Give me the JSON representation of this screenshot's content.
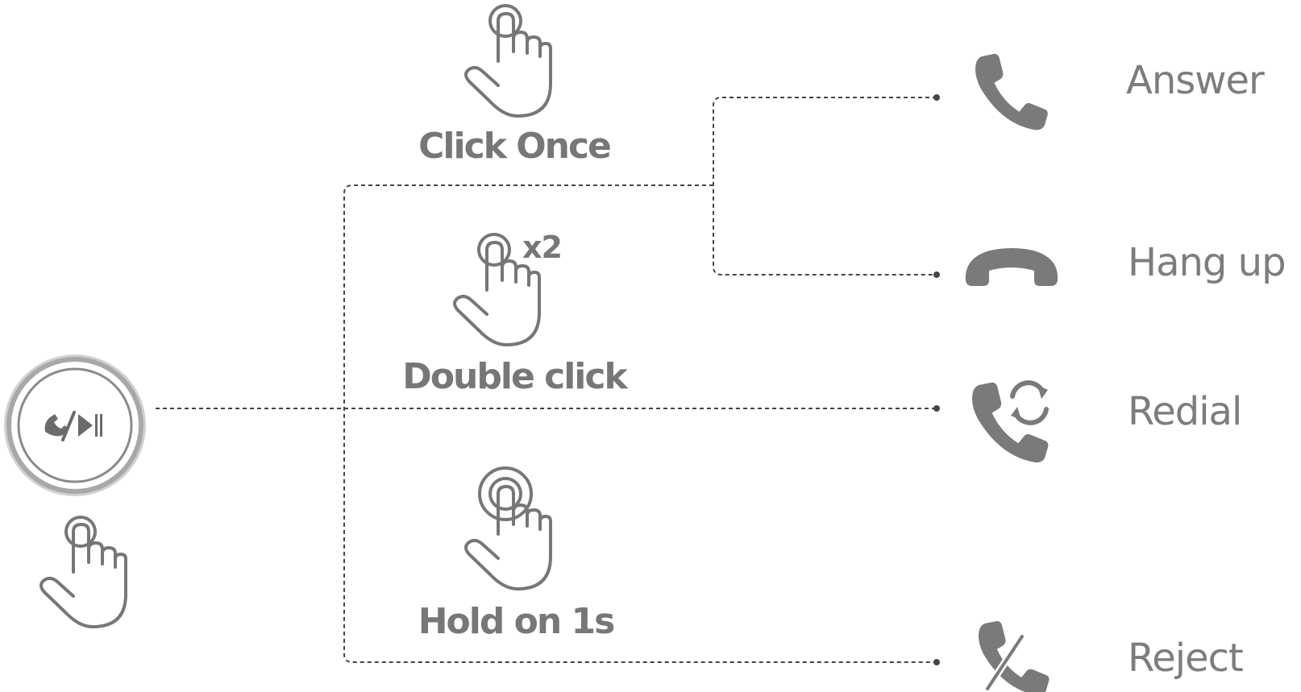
{
  "gestures": {
    "click_once": "Click Once",
    "double_click": "Double click",
    "double_click_badge": "x2",
    "hold": "Hold on 1s"
  },
  "actions": {
    "answer": "Answer",
    "hang_up": "Hang up",
    "redial": "Redial",
    "reject": "Reject"
  },
  "icons": {
    "button": "call-play-pause-button-icon",
    "hand": "pointing-hand-icon",
    "answer": "phone-handset-icon",
    "hang_up": "hang-up-icon",
    "redial": "redial-icon",
    "reject": "reject-call-icon"
  },
  "colors": {
    "ink": "#777777",
    "connector": "#444444",
    "button_ring": "#a8a8a8"
  }
}
